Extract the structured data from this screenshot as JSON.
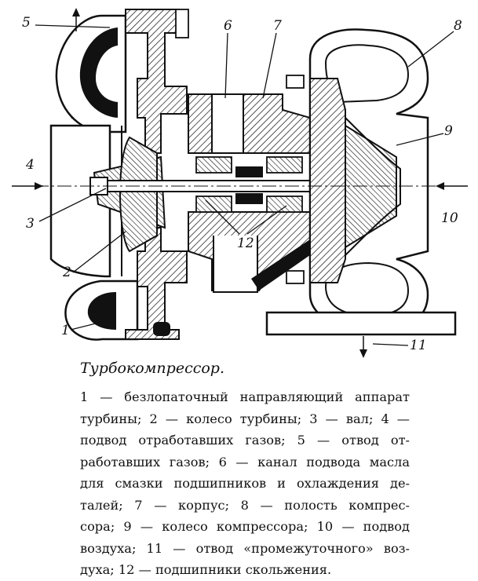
{
  "callouts": [
    {
      "id": "1",
      "label": "1"
    },
    {
      "id": "2",
      "label": "2"
    },
    {
      "id": "3",
      "label": "3"
    },
    {
      "id": "4",
      "label": "4"
    },
    {
      "id": "5",
      "label": "5"
    },
    {
      "id": "6",
      "label": "6"
    },
    {
      "id": "7",
      "label": "7"
    },
    {
      "id": "8",
      "label": "8"
    },
    {
      "id": "9",
      "label": "9"
    },
    {
      "id": "10",
      "label": "10"
    },
    {
      "id": "11",
      "label": "11"
    },
    {
      "id": "12",
      "label": "12"
    }
  ],
  "caption": {
    "title": "Турбокомпрессор.",
    "lines": [
      "1 — безлопаточный направляющий аппарат",
      "турбины; 2 — колесо турбины; 3 — вал; 4 —",
      "подвод отработавших газов; 5 — отвод от-",
      "работавших газов; 6 — канал подвода масла",
      "для смазки подшипников и охлаждения де-",
      "талей; 7 — корпус; 8 — полость компрес-",
      "сора; 9 — колесо компрессора; 10 — подвод",
      "воздуха; 11 — отвод «промежуточного» воз-",
      "духа; 12 — подшипники скольжения."
    ]
  }
}
